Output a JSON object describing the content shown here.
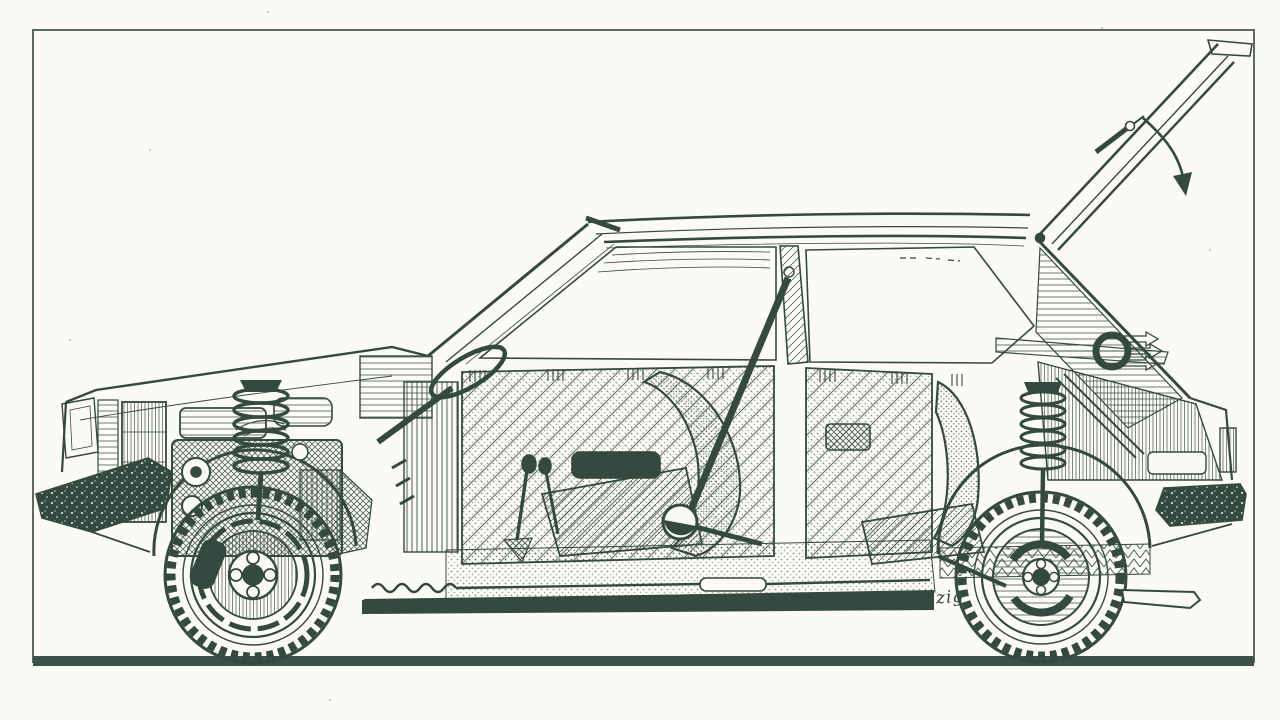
{
  "figure": {
    "kind": "cutaway-technical-illustration",
    "subject": "Side-view cutaway drawing of a three-door hatchback car with the tailgate open",
    "signature": "Schlenzig",
    "tailgate_arrow_meaning": "tailgate opening direction",
    "colors": {
      "ink": "#34493f",
      "ink_light": "#6b7f74",
      "paper": "#fbfaf5",
      "frame_border": "#5a6a60",
      "ground_bar": "#3c5248"
    }
  }
}
